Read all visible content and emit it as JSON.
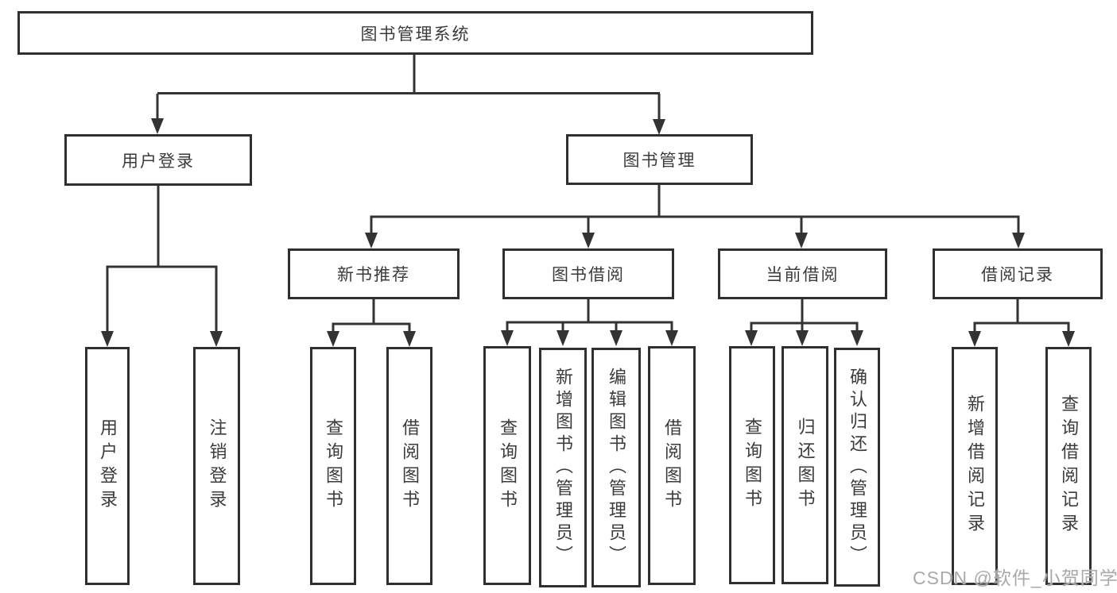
{
  "tree": {
    "root": {
      "label": "图书管理系统",
      "children": [
        {
          "label": "用户登录",
          "children": [
            {
              "label": "用户登录"
            },
            {
              "label": "注销登录"
            }
          ]
        },
        {
          "label": "图书管理",
          "children": [
            {
              "label": "新书推荐",
              "children": [
                {
                  "label": "查询图书"
                },
                {
                  "label": "借阅图书"
                }
              ]
            },
            {
              "label": "图书借阅",
              "children": [
                {
                  "label": "查询图书"
                },
                {
                  "label": "新增图书（管理员）"
                },
                {
                  "label": "编辑图书（管理员）"
                },
                {
                  "label": "借阅图书"
                }
              ]
            },
            {
              "label": "当前借阅",
              "children": [
                {
                  "label": "查询图书"
                },
                {
                  "label": "归还图书"
                },
                {
                  "label": "确认归还（管理员）"
                }
              ]
            },
            {
              "label": "借阅记录",
              "children": [
                {
                  "label": "新增借阅记录"
                },
                {
                  "label": "查询借阅记录"
                }
              ]
            }
          ]
        }
      ]
    }
  },
  "colors": {
    "line": "#333333",
    "border": "#2f2f2f",
    "text": "#3b3b3b",
    "watermark_text_color": "#a9a9a9"
  },
  "watermark": "CSDN @软件_小贺同学"
}
